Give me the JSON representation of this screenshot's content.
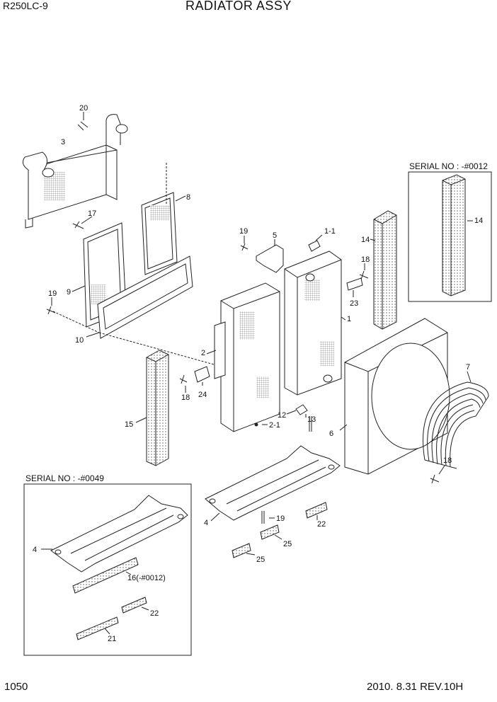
{
  "header": {
    "model": "R250LC-9",
    "title": "RADIATOR ASSY"
  },
  "footer": {
    "page_number": "1050",
    "revision": "2010. 8.31 REV.10H"
  },
  "serial_notes": {
    "right": "SERIAL NO : -#0012",
    "left": "SERIAL NO : -#0049"
  },
  "callouts": {
    "c20": "20",
    "c3": "3",
    "c8": "8",
    "c17": "17",
    "c19a": "19",
    "c9": "9",
    "c10": "10",
    "c19b": "19",
    "c5": "5",
    "c1_1": "1-1",
    "c14a": "14",
    "c18a": "18",
    "c23": "23",
    "c1": "1",
    "c2": "2",
    "c18b": "18",
    "c24": "24",
    "c15": "15",
    "c12": "12",
    "c13": "13",
    "c2_1": "2-1",
    "c6": "6",
    "c7": "7",
    "c18c": "18",
    "c14b": "14",
    "c4a": "4",
    "c19c": "19",
    "c22a": "22",
    "c25a": "25",
    "c25b": "25",
    "c4b": "4",
    "c16": "16(-#0012)",
    "c22b": "22",
    "c21": "21"
  }
}
